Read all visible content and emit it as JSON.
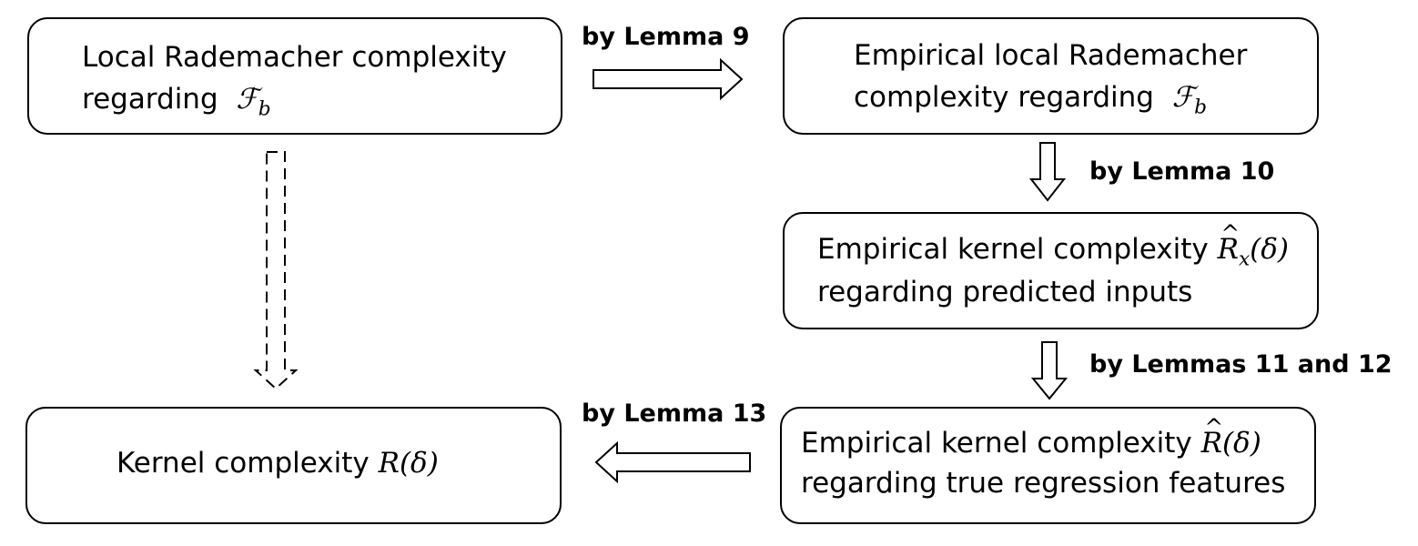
{
  "nodes": {
    "local_rademacher": {
      "line1": "Local Rademacher complexity",
      "line2_text": "regarding",
      "line2_math": "ℱ",
      "line2_sub": "b"
    },
    "empirical_local_rademacher": {
      "line1": "Empirical local Rademacher",
      "line2_text": "complexity regarding",
      "line2_math": "ℱ",
      "line2_sub": "b"
    },
    "empirical_kernel_predicted": {
      "line1_text": "Empirical kernel complexity",
      "line1_math_R": "R",
      "line1_math_sub": "x",
      "line1_math_arg": "(δ)",
      "line2": "regarding predicted inputs"
    },
    "empirical_kernel_true": {
      "line1_text": "Empirical kernel complexity",
      "line1_math_R": "R",
      "line1_math_arg": "(δ)",
      "line2": "regarding true regression features"
    },
    "kernel_complexity": {
      "text": "Kernel complexity",
      "math_R": "R",
      "math_arg": "(δ)"
    }
  },
  "edges": {
    "lemma9": "by Lemma 9",
    "lemma10": "by Lemma 10",
    "lemmas11_12": "by Lemmas 11 and 12",
    "lemma13": "by Lemma 13"
  }
}
